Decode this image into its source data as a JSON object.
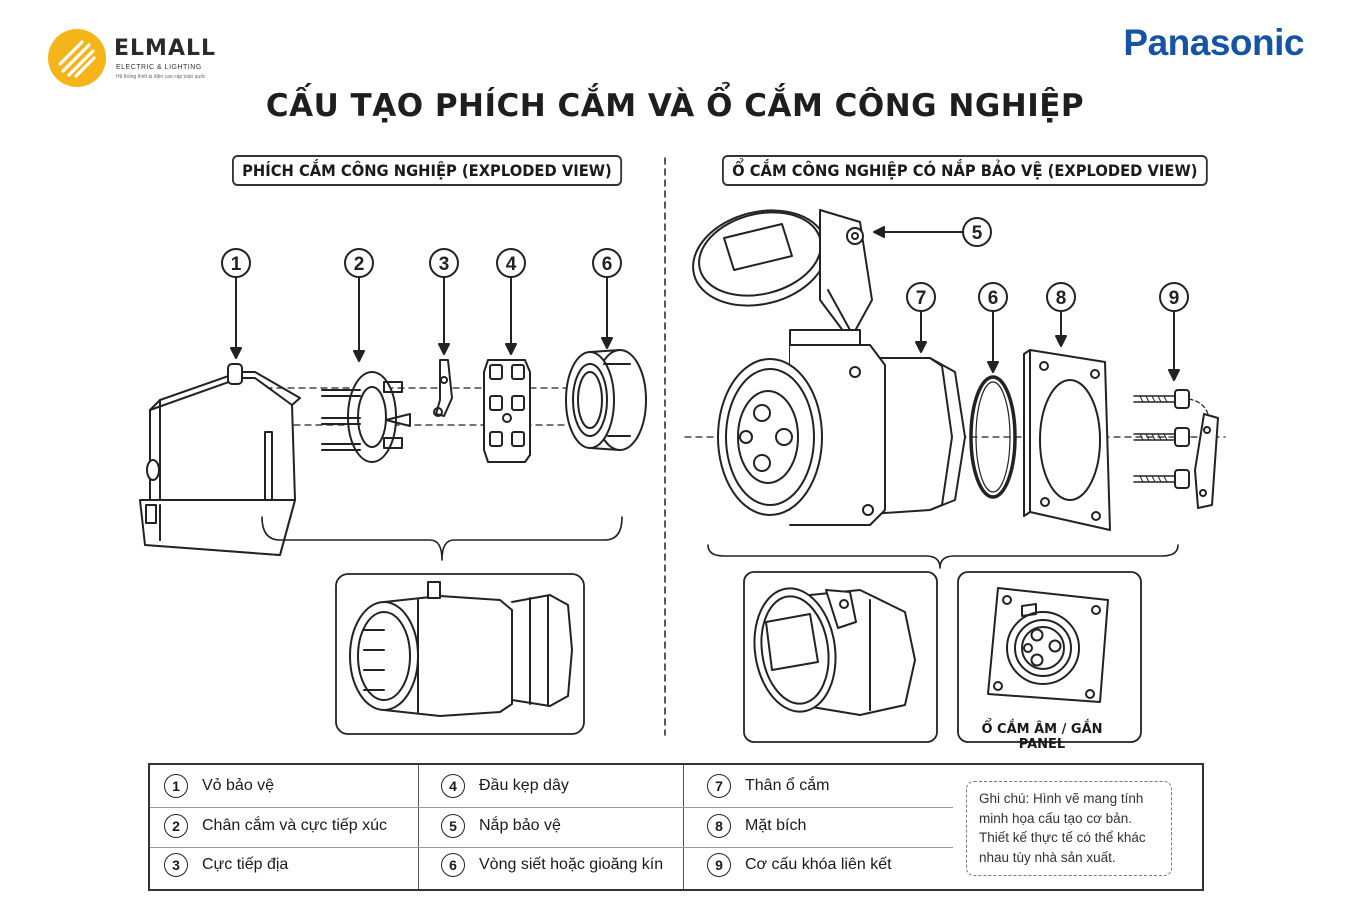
{
  "brand": {
    "name": "ELMALL",
    "subtitle": "ELECTRIC & LIGHTING",
    "tagline": "Hệ thống thiết bị điện cao cấp toàn quốc",
    "partner": "Panasonic",
    "partner_color": "#1454a3",
    "logo_color": "#f5b51a"
  },
  "title": "CẤU TẠO PHÍCH CẮM VÀ Ổ CẮM CÔNG NGHIỆP",
  "left_panel": {
    "label": "PHÍCH CẮM CÔNG NGHIỆP (EXPLODED VIEW)",
    "callouts": [
      "1",
      "2",
      "3",
      "4",
      "6"
    ]
  },
  "right_panel": {
    "label": "Ổ CẮM CÔNG NGHIỆP CÓ NẮP BẢO VỆ (EXPLODED VIEW)",
    "callouts": [
      "5",
      "7",
      "6",
      "8",
      "9"
    ],
    "panel_caption": "Ổ CẮM ÂM / GẮN PANEL"
  },
  "legend": [
    {
      "num": "1",
      "label": "Vỏ bảo vệ"
    },
    {
      "num": "2",
      "label": "Chân cắm và cực tiếp xúc"
    },
    {
      "num": "3",
      "label": "Cực tiếp địa"
    },
    {
      "num": "4",
      "label": "Đầu kẹp dây"
    },
    {
      "num": "5",
      "label": "Nắp bảo vệ"
    },
    {
      "num": "6",
      "label": "Vòng siết hoặc gioăng kín"
    },
    {
      "num": "7",
      "label": "Thân ổ cắm"
    },
    {
      "num": "8",
      "label": "Mặt bích"
    },
    {
      "num": "9",
      "label": "Cơ cấu khóa liên kết"
    }
  ],
  "note": "Ghi chú: Hình vẽ mang tính minh họa cấu tạo cơ bản. Thiết kế thực tế có thể khác nhau tùy nhà sản xuất."
}
